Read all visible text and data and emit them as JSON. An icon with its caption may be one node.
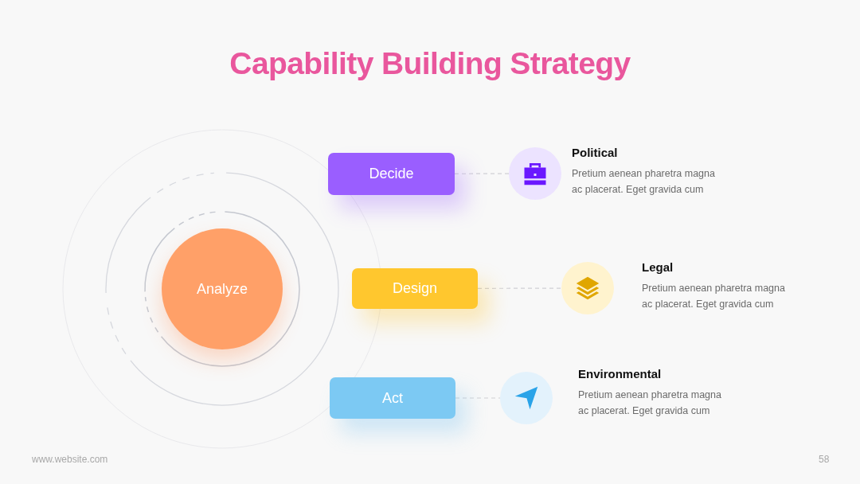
{
  "diagram": {
    "title": "Capability Building Strategy",
    "nodes": [
      {
        "text": [
          "Analyze"
        ]
      },
      {
        "text": [
          "Decide"
        ]
      },
      {
        "text": [
          "Design"
        ]
      },
      {
        "text": [
          "Act"
        ]
      },
      {
        "text": [],
        "shape": "circle",
        "beside": [
          "Political",
          "Pretium aenean pharetra magna ac placerat. Eget gravida cum"
        ]
      },
      {
        "text": [],
        "shape": "circle",
        "beside": [
          "Legal",
          "Pretium aenean pharetra magna ac placerat. Eget gravida cum"
        ]
      },
      {
        "text": [],
        "shape": "circle",
        "beside": [
          "Environmental",
          "Pretium aenean pharetra magna ac placerat. Eget gravida cum"
        ]
      }
    ],
    "edges": [
      {
        "from": 1,
        "to": 4,
        "arrow": "none",
        "style": "dashed"
      },
      {
        "from": 2,
        "to": 5,
        "arrow": "none",
        "style": "dashed"
      },
      {
        "from": 3,
        "to": 6,
        "arrow": "none",
        "style": "dashed"
      }
    ],
    "labels": [
      "www.website.com",
      "58"
    ]
  }
}
